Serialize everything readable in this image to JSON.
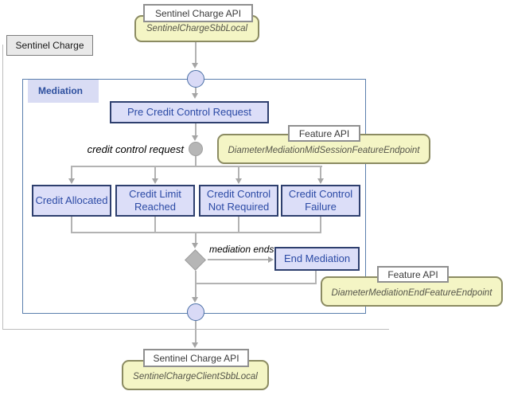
{
  "outer": {
    "label": "Sentinel Charge"
  },
  "mediation": {
    "label": "Mediation",
    "pre_box": "Pre Credit Control Request",
    "outcomes": [
      "Credit Allocated",
      "Credit Limit Reached",
      "Credit Control Not Required",
      "Credit Control Failure"
    ],
    "end_box": "End Mediation",
    "labels": {
      "credit_control_request": "credit control request",
      "mediation_ends": "mediation ends"
    }
  },
  "api_top": {
    "title": "Sentinel Charge API",
    "local": "SentinelChargeSbbLocal"
  },
  "api_bottom": {
    "title": "Sentinel Charge API",
    "local": "SentinelChargeClientSbbLocal"
  },
  "feature_mid": {
    "title": "Feature API",
    "endpoint": "DiameterMediationMidSessionFeatureEndpoint"
  },
  "feature_end": {
    "title": "Feature API",
    "endpoint": "DiameterMediationEndFeatureEndpoint"
  },
  "colors": {
    "node_fill": "#dcdef8",
    "node_border": "#2e3f6e",
    "node_text": "#2b4aa5",
    "yellow_fill": "#f4f5c5",
    "yellow_border": "#8b8b62",
    "container_border": "#5b7fad",
    "connector": "#b3b3b3"
  }
}
